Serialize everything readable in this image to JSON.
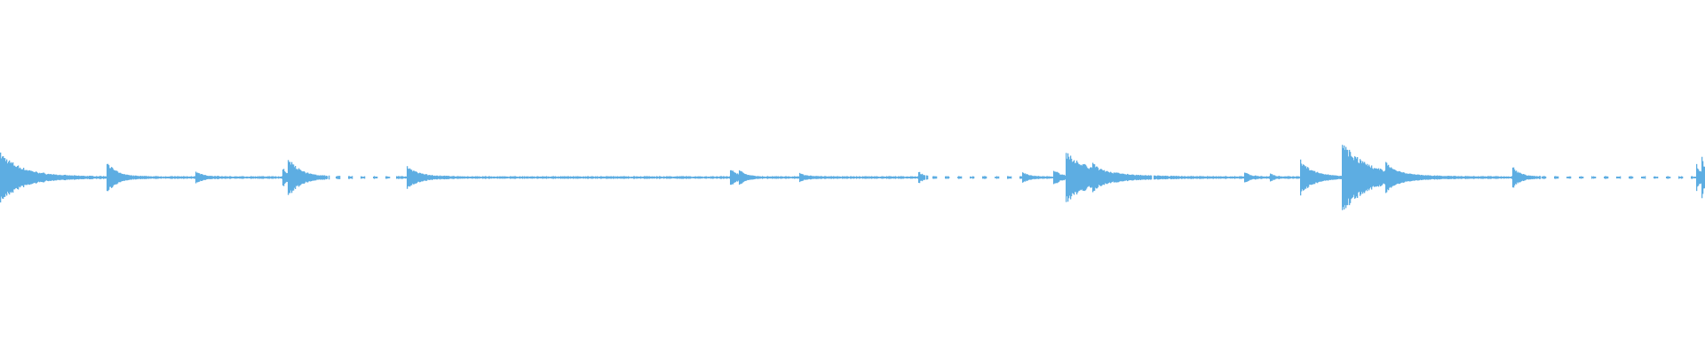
{
  "chart_data": {
    "type": "area",
    "style": "audio-waveform",
    "color": "#5dade2",
    "background": "#ffffff",
    "axes": "none",
    "grid": false,
    "ylim": [
      -1,
      1
    ],
    "duration_bins": 1920,
    "transients": [
      {
        "t": 0,
        "peak": 0.14,
        "decay": 25
      },
      {
        "t": 120,
        "peak": 0.09,
        "decay": 10
      },
      {
        "t": 220,
        "peak": 0.03,
        "decay": 8
      },
      {
        "t": 318,
        "peak": 0.05,
        "decay": 6
      },
      {
        "t": 324,
        "peak": 0.1,
        "decay": 14
      },
      {
        "t": 458,
        "peak": 0.06,
        "decay": 14
      },
      {
        "t": 822,
        "peak": 0.05,
        "decay": 8
      },
      {
        "t": 832,
        "peak": 0.03,
        "decay": 6
      },
      {
        "t": 900,
        "peak": 0.02,
        "decay": 8
      },
      {
        "t": 1034,
        "peak": 0.03,
        "decay": 5
      },
      {
        "t": 1151,
        "peak": 0.03,
        "decay": 6
      },
      {
        "t": 1186,
        "peak": 0.04,
        "decay": 8
      },
      {
        "t": 1200,
        "peak": 0.14,
        "decay": 30
      },
      {
        "t": 1230,
        "peak": 0.03,
        "decay": 6
      },
      {
        "t": 1401,
        "peak": 0.03,
        "decay": 6
      },
      {
        "t": 1430,
        "peak": 0.02,
        "decay": 4
      },
      {
        "t": 1464,
        "peak": 0.1,
        "decay": 14
      },
      {
        "t": 1511,
        "peak": 0.2,
        "decay": 28
      },
      {
        "t": 1560,
        "peak": 0.05,
        "decay": 10
      },
      {
        "t": 1703,
        "peak": 0.06,
        "decay": 8
      },
      {
        "t": 1910,
        "peak": 0.07,
        "decay": 6
      },
      {
        "t": 1916,
        "peak": 0.1,
        "decay": 4
      }
    ],
    "silent_ranges": [
      [
        355,
        445
      ],
      [
        1040,
        1150
      ],
      [
        1285,
        1300
      ],
      [
        1735,
        1905
      ]
    ]
  }
}
